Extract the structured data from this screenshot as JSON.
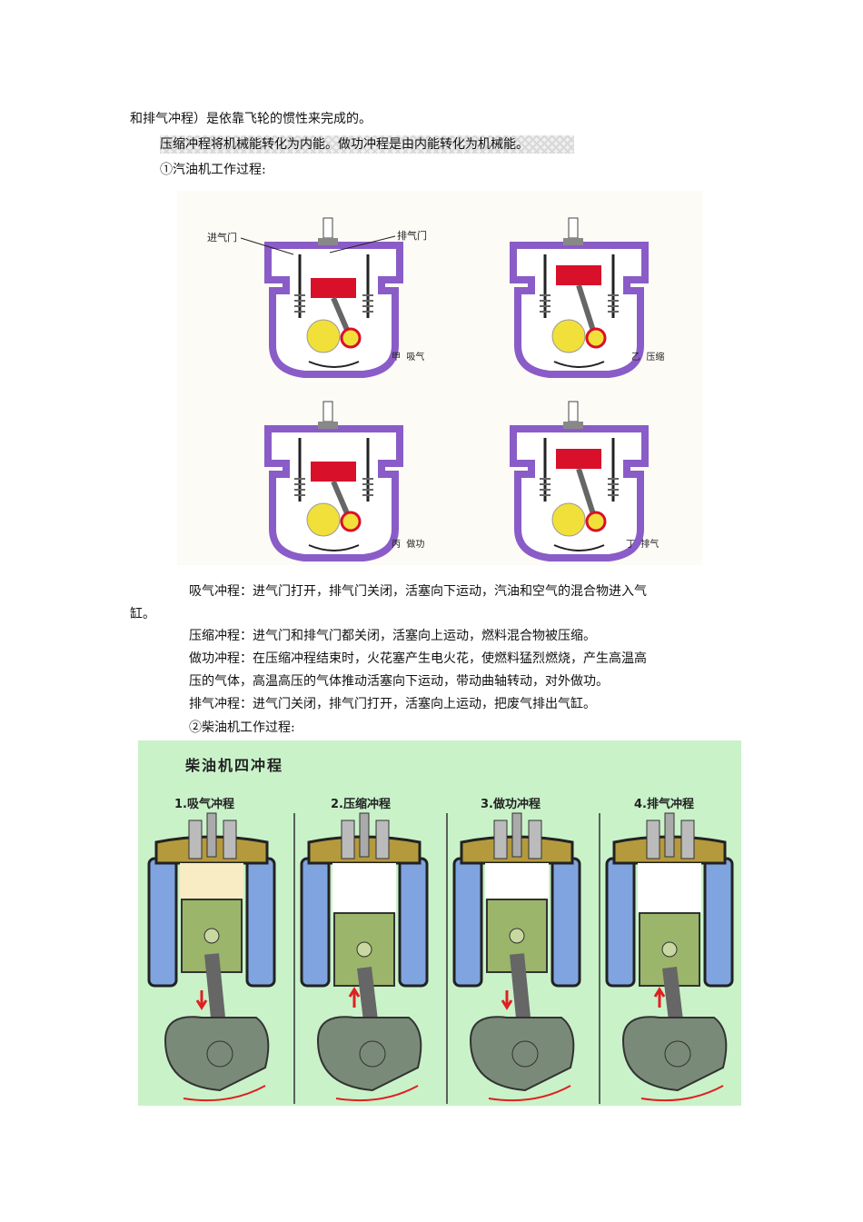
{
  "paragraphs": {
    "p1": "和排气冲程）是依靠飞轮的惯性来完成的。",
    "p2": "压缩冲程将机械能转化为内能。做功冲程是由内能转化为机械能。",
    "p3": "①汽油机工作过程:",
    "intake_a": "吸气冲程：进气门打开，排气门关闭，活塞向下运动，汽油和空气的混合物进入气",
    "intake_b": "缸。",
    "compress": "压缩冲程：进气门和排气门都关闭，活塞向上运动，燃料混合物被压缩。",
    "power_a": "做功冲程：在压缩冲程结束时，火花塞产生电火花，使燃料猛烈燃烧，产生高温高",
    "power_b": "压的气体，高温高压的气体推动活塞向下运动，带动曲轴转动，对外做功。",
    "exhaust": "排气冲程：进气门关闭，排气门打开，活塞向上运动，把废气排出气缸。",
    "p_diesel": "②柴油机工作过程:"
  },
  "figure1": {
    "intake_valve_label": "进气门",
    "exhaust_valve_label": "排气门",
    "captions": [
      "甲  吸气",
      "乙  压缩",
      "丙  做功",
      "丁  排气"
    ]
  },
  "figure2": {
    "title": "柴油机四冲程",
    "strokes": [
      "1.吸气冲程",
      "2.压缩冲程",
      "3.做功冲程",
      "4.排气冲程"
    ]
  },
  "colors": {
    "engine_purple": "#8a5cc8",
    "piston_red": "#d8102a",
    "crank_yellow": "#f2e03a",
    "diesel_bg": "#c9f2c9",
    "cylinder_blue": "#7fa4e0",
    "piston_green": "#9bb56a",
    "arrow_red": "#e02020"
  }
}
